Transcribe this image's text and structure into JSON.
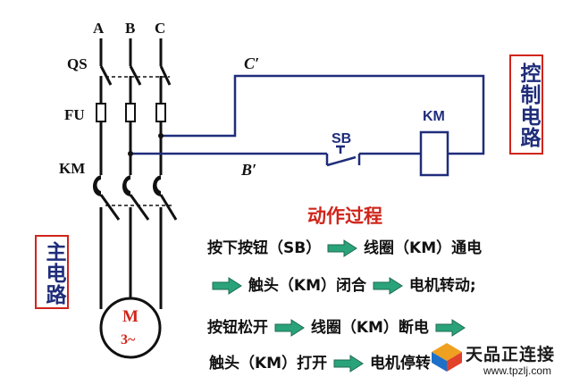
{
  "diagram": {
    "phase_labels": [
      "A",
      "B",
      "C"
    ],
    "qs_label": "QS",
    "fu_label": "FU",
    "km_label": "KM",
    "c_prime": "C′",
    "b_prime": "B′",
    "sb_label": "SB",
    "coil_label": "KM",
    "motor_label_top": "M",
    "motor_label_bottom": "3~"
  },
  "control_box": {
    "text": "控制电路"
  },
  "main_box": {
    "text": "主电路"
  },
  "process": {
    "title": "动作过程",
    "line1": {
      "a": "按下按钮（SB）",
      "b": "线圈（KM）通电"
    },
    "line2": {
      "a": "触头（KM）闭合",
      "b": "电机转动;"
    },
    "line3": {
      "a": "按钮松开",
      "b": "线圈（KM）断电"
    },
    "line4": {
      "a": "触头（KM）打开",
      "b": "电机停转"
    }
  },
  "watermark": {
    "name": "天品正连接",
    "url": "www.tpzlj.com"
  },
  "colors": {
    "wire_blue": "#1f2d7a",
    "accent_red": "#d0251b",
    "arrow_green": "#2aa37a"
  }
}
